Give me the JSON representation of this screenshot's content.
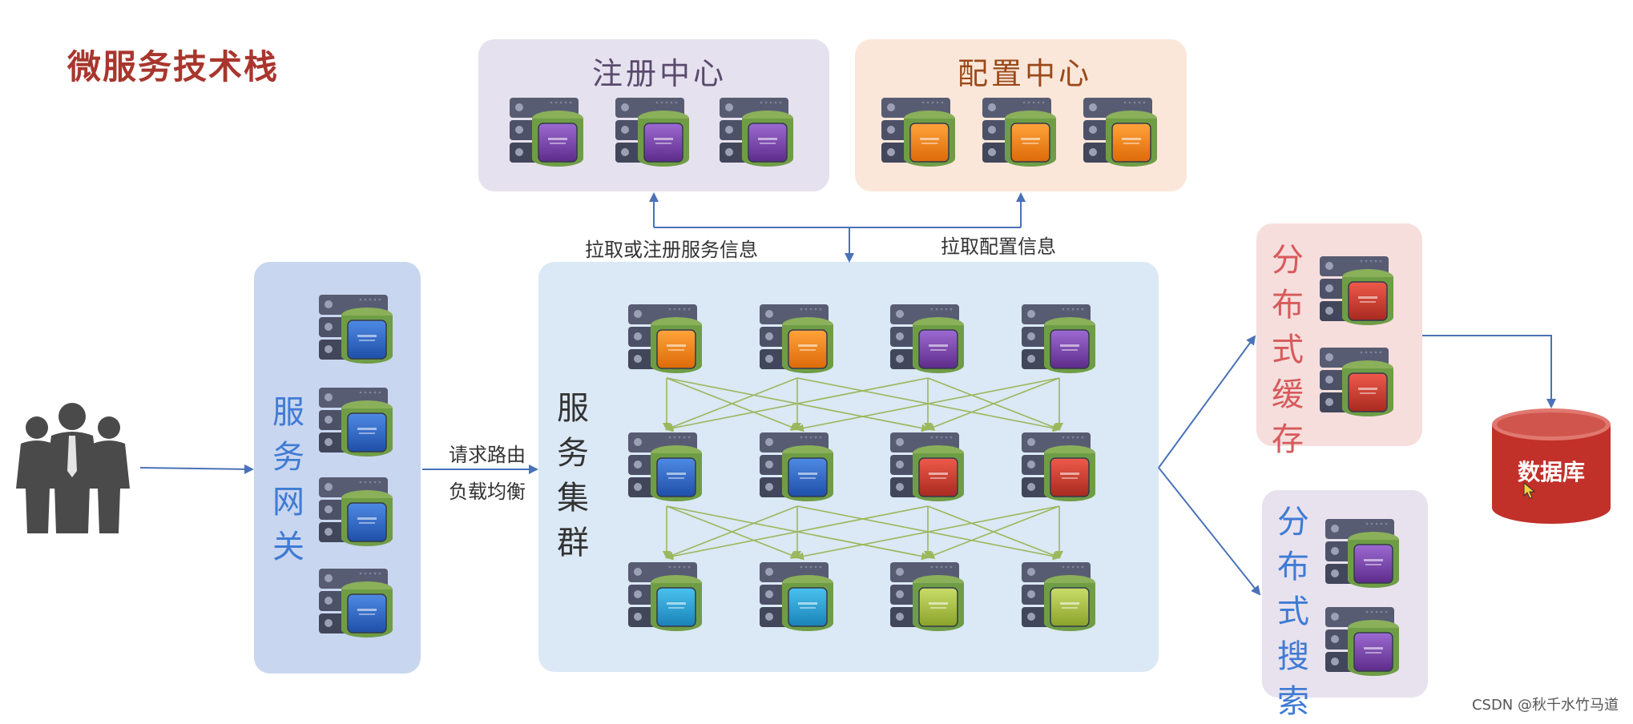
{
  "title": "微服务技术栈",
  "registry": {
    "title": "注册中心",
    "color": "#7d3fa6"
  },
  "config": {
    "title": "配置中心",
    "color": "#f08b1c"
  },
  "gateway": {
    "chars": [
      "服",
      "务",
      "网",
      "关"
    ],
    "color": "#2f6fd0"
  },
  "cluster": {
    "chars": [
      "服",
      "务",
      "集",
      "群"
    ]
  },
  "cache": {
    "chars": [
      "分",
      "布",
      "式",
      "缓",
      "存"
    ],
    "color": "#d84032"
  },
  "search": {
    "chars": [
      "分",
      "布",
      "式",
      "搜",
      "索"
    ],
    "color": "#7d3fa6"
  },
  "database": {
    "label": "数据库",
    "color": "#c2302a"
  },
  "labels": {
    "pull_register": "拉取或注册服务信息",
    "pull_config": "拉取配置信息",
    "route": "请求路由",
    "balance": "负载均衡"
  },
  "watermark": "CSDN @秋千水竹马道"
}
